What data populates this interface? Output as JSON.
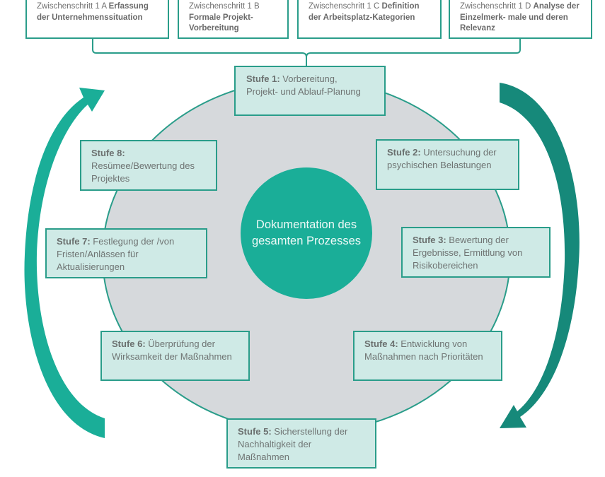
{
  "colors": {
    "teal": "#1aae98",
    "teal_dark": "#16897a",
    "border": "#2a9d8a",
    "box_fill": "#cfeae6",
    "ring_fill": "#d6d9dc",
    "text": "#6f7473"
  },
  "substeps": [
    {
      "prefix": "Zwischenschritt 1 A ",
      "bold": "Erfassung der Unternehmenssituation"
    },
    {
      "prefix": "Zwischenschritt 1 B ",
      "bold": "Formale Projekt-Vorbereitung"
    },
    {
      "prefix": "Zwischenschritt 1 C ",
      "bold": "Definition der Arbeitsplatz-Kategorien"
    },
    {
      "prefix": "Zwischenschritt 1 D ",
      "bold": "Analyse der Einzelmerk- male und deren Relevanz"
    }
  ],
  "stages": [
    {
      "label": "Stufe 1:",
      "text": "  Vorbereitung, Projekt- und Ablauf-Planung"
    },
    {
      "label": "Stufe 2:",
      "text": " Untersuchung der psychischen Belastungen"
    },
    {
      "label": "Stufe 3:",
      "text": " Bewertung der Ergebnisse, Ermittlung von Risikobereichen"
    },
    {
      "label": "Stufe 4:",
      "text": " Entwicklung von Maßnahmen nach Prioritäten"
    },
    {
      "label": "Stufe 5:",
      "text": " Sicherstellung der Nachhaltigkeit der Maßnahmen"
    },
    {
      "label": "Stufe 6:",
      "text": " Überprüfung der Wirksamkeit der Maßnahmen"
    },
    {
      "label": "Stufe 7:",
      "text": " Festlegung der /von Fristen/Anlässen für Aktualisierungen"
    },
    {
      "label": "Stufe 8:",
      "text": " Resümee/Bewertung des Projektes"
    }
  ],
  "center": {
    "text": "Dokumentation des gesamten Prozesses"
  }
}
